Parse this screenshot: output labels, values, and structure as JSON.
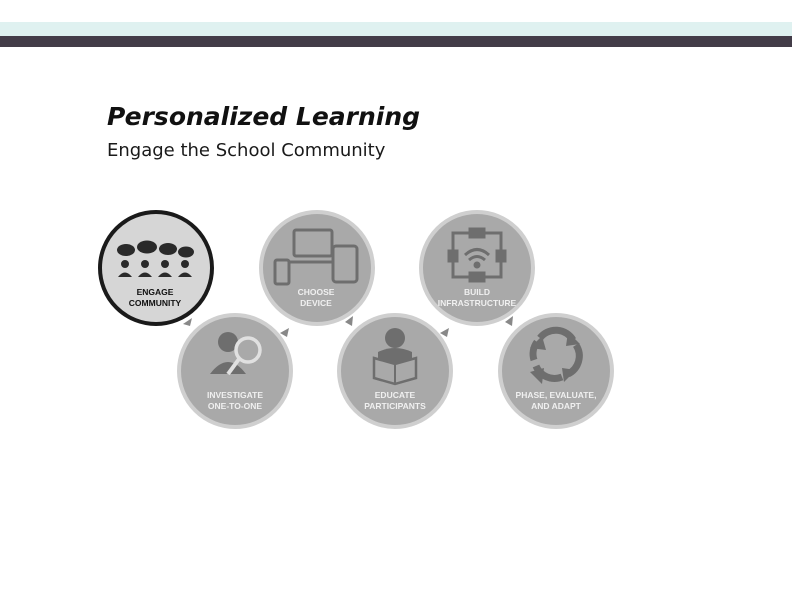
{
  "header": {
    "title": "Personalized Learning",
    "subtitle": "Engage the School Community"
  },
  "steps": [
    {
      "id": "engage",
      "line1": "ENGAGE",
      "line2": "COMMUNITY",
      "icon": "people-talking-icon",
      "active": true
    },
    {
      "id": "choose",
      "line1": "CHOOSE",
      "line2": "DEVICE",
      "icon": "devices-icon",
      "active": false
    },
    {
      "id": "build",
      "line1": "BUILD",
      "line2": "INFRASTRUCTURE",
      "icon": "wifi-network-icon",
      "active": false
    },
    {
      "id": "investigate",
      "line1": "INVESTIGATE",
      "line2": "ONE-TO-ONE",
      "icon": "person-magnifier-icon",
      "active": false
    },
    {
      "id": "educate",
      "line1": "EDUCATE",
      "line2": "PARTICIPANTS",
      "icon": "person-reading-icon",
      "active": false
    },
    {
      "id": "phase",
      "line1": "PHASE, EVALUATE,",
      "line2": "AND ADAPT",
      "icon": "cycle-arrows-icon",
      "active": false
    }
  ],
  "colors": {
    "header_band": "#dff1f0",
    "header_bar": "#433c48",
    "active_fill": "#d6d6d6",
    "active_ring": "#1a1a1a",
    "inactive_fill": "#a9a9a9",
    "inactive_ring": "#cfcfcf",
    "icon_inactive": "#6e6e6e",
    "text_inactive": "#f0f0f0"
  }
}
